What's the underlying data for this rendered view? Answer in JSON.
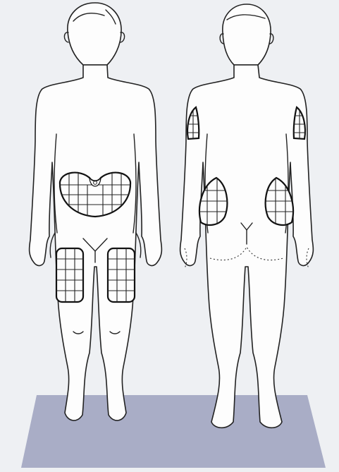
{
  "colors": {
    "background": "#eef0f3",
    "floor_mat": "#a9adc6",
    "outline": "#222222",
    "zone_fill": "#fdfdfd"
  },
  "figures": [
    {
      "view": "front",
      "injection_zones": [
        "abdomen",
        "thigh-left",
        "thigh-right"
      ]
    },
    {
      "view": "back",
      "injection_zones": [
        "upper-arm-left",
        "upper-arm-right",
        "buttock-left",
        "buttock-right"
      ]
    }
  ]
}
